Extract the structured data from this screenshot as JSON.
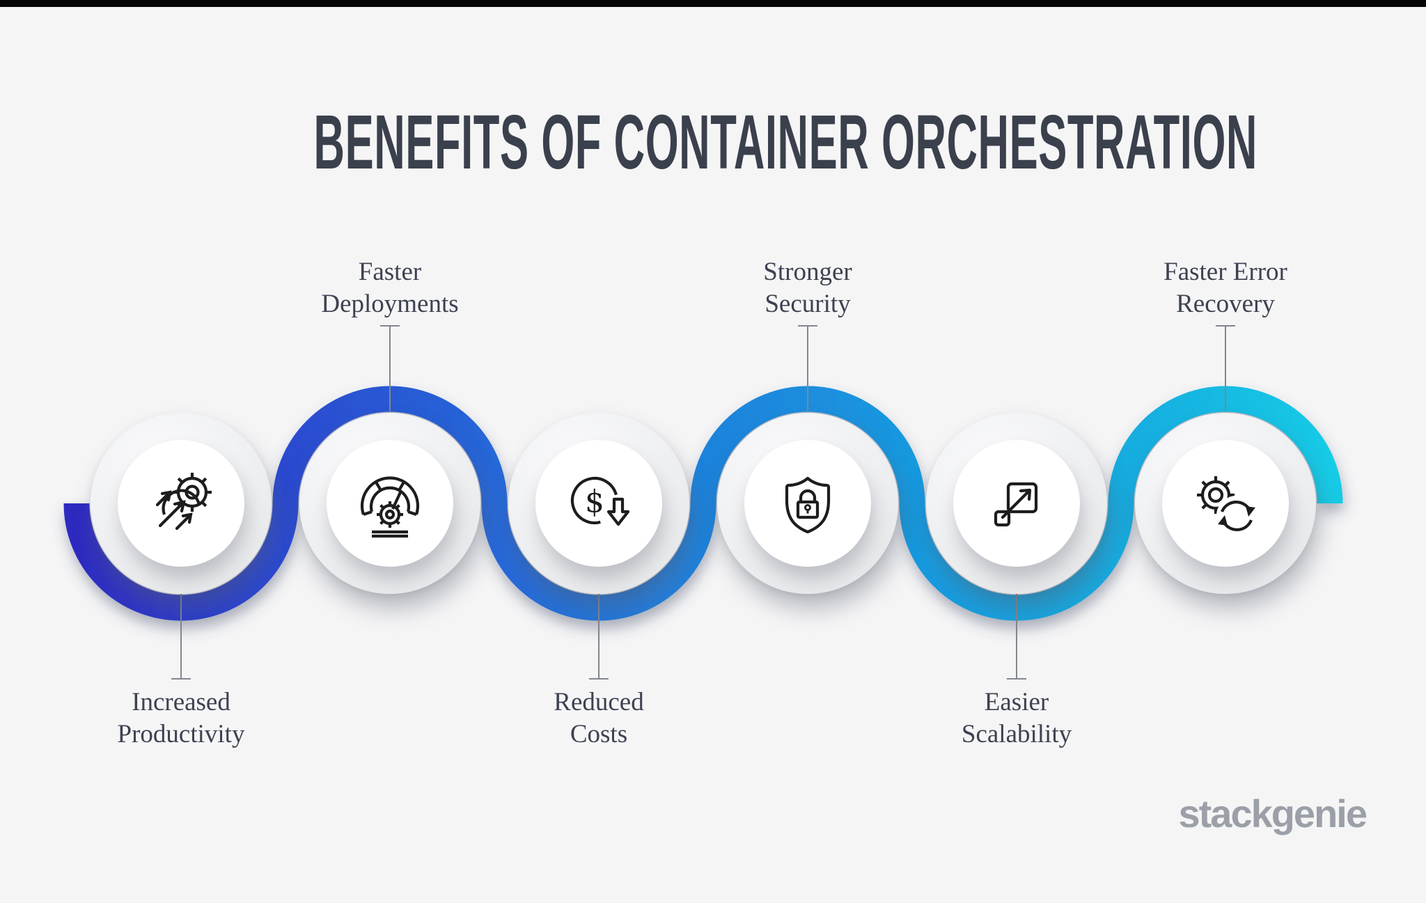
{
  "page": {
    "title": "BENEFITS OF CONTAINER ORCHESTRATION",
    "background_color": "#f5f5f6",
    "top_bar_color": "#060606",
    "title_color": "#3b404d"
  },
  "brand": {
    "name": "stackgenie",
    "color": "#9ba0a8"
  },
  "ribbon": {
    "gradient_stops": [
      "#2F2BC1",
      "#2A4AD0",
      "#2767D8",
      "#1F82DB",
      "#1899DF",
      "#12ABDF",
      "#15CBE6"
    ]
  },
  "items": [
    {
      "label_line1": "Increased",
      "label_line2": "Productivity",
      "position": "below",
      "icon": "gear-growth-arrows-icon"
    },
    {
      "label_line1": "Faster",
      "label_line2": "Deployments",
      "position": "above",
      "icon": "speedometer-gear-icon"
    },
    {
      "label_line1": "Reduced",
      "label_line2": "Costs",
      "position": "below",
      "icon": "dollar-decrease-icon"
    },
    {
      "label_line1": "Stronger",
      "label_line2": "Security",
      "position": "above",
      "icon": "shield-lock-icon"
    },
    {
      "label_line1": "Easier",
      "label_line2": "Scalability",
      "position": "below",
      "icon": "expand-scale-icon"
    },
    {
      "label_line1": "Faster Error",
      "label_line2": "Recovery",
      "position": "above",
      "icon": "gear-sync-icon"
    }
  ]
}
